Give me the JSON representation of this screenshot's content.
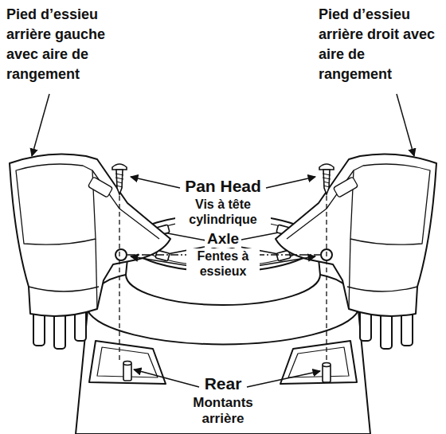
{
  "diagram": {
    "labels": [
      "Pied d’essieu arrière gauche avec aire de rangement",
      "Pied d’essieu arrière droit avec aire de rangement",
      "Pan Head",
      "Vis à tête cylindrique",
      "Axle",
      "Fentes à essieux",
      "Rear",
      "Montants arrière"
    ]
  }
}
